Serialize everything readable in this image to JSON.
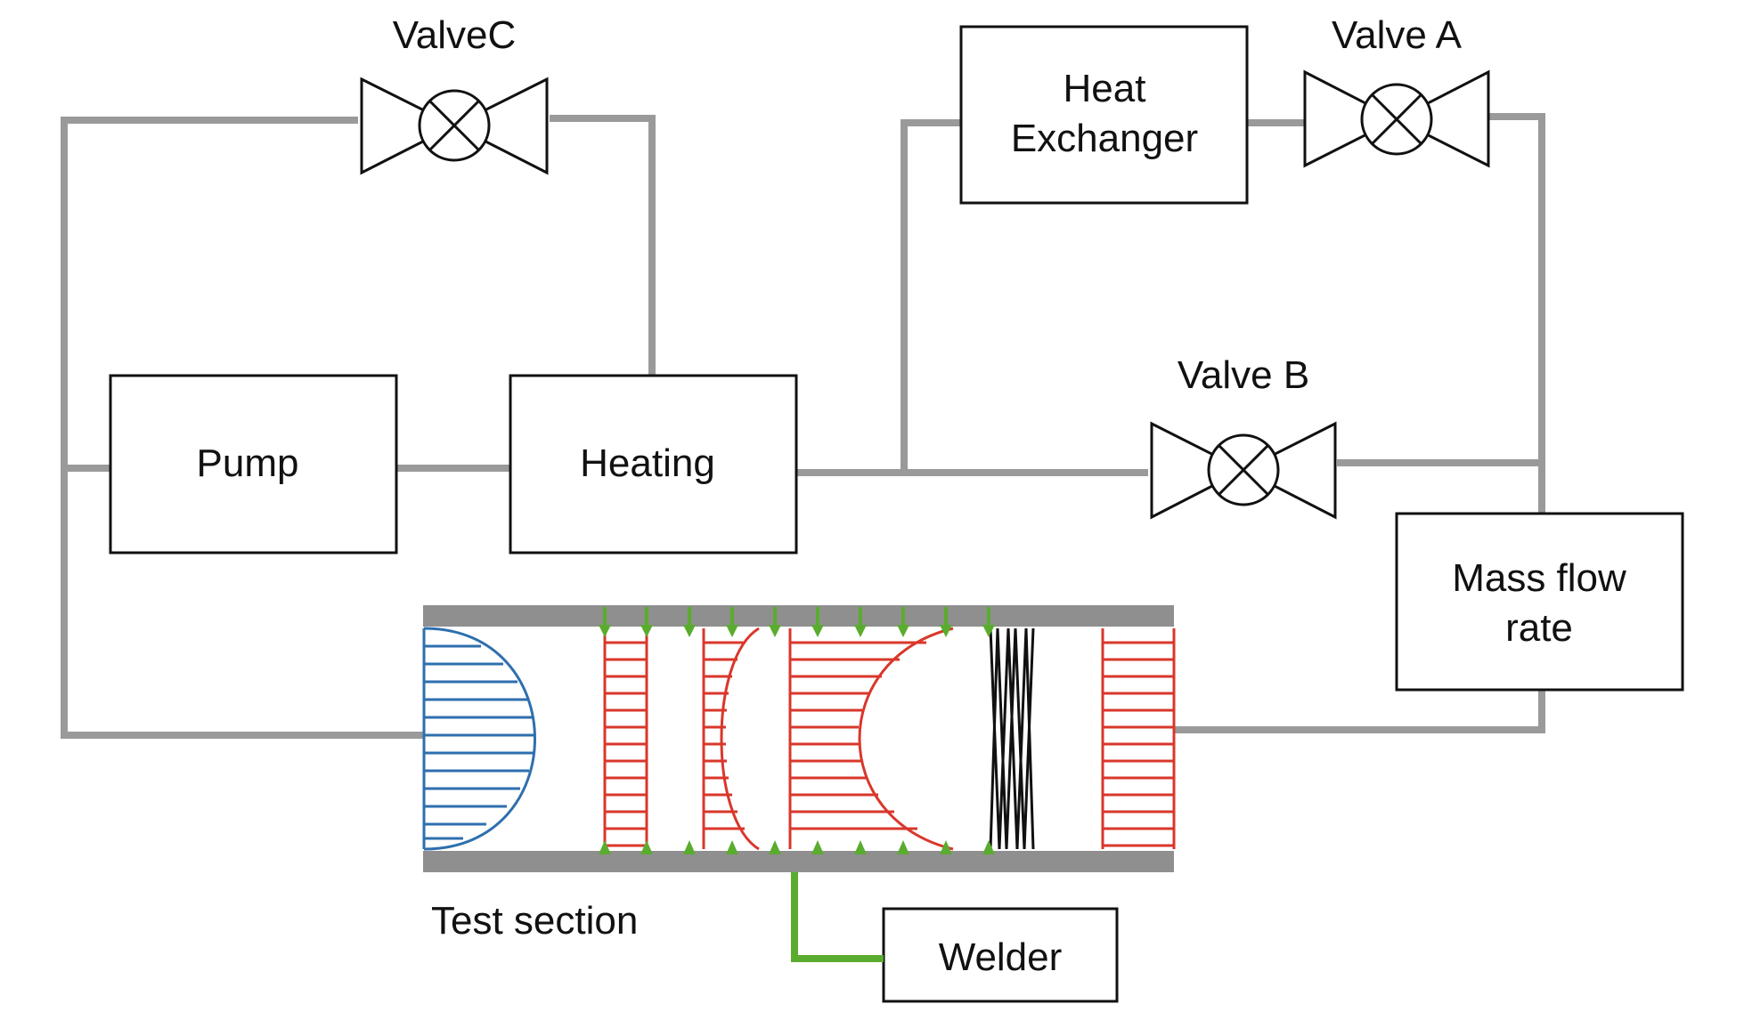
{
  "labels": {
    "valve_c": "ValveC",
    "valve_a": "Valve A",
    "valve_b": "Valve B",
    "heat_exchanger_line1": "Heat",
    "heat_exchanger_line2": "Exchanger",
    "pump": "Pump",
    "heating": "Heating",
    "mass_flow_line1": "Mass flow",
    "mass_flow_line2": "rate",
    "test_section": "Test section",
    "welder": "Welder"
  },
  "colors": {
    "pipe": "#9a9a9a",
    "inlet_profile": "#2e6fae",
    "heated_profile": "#d9372b",
    "weld_arrows": "#5aac2e",
    "weld_zone": "#111111"
  }
}
